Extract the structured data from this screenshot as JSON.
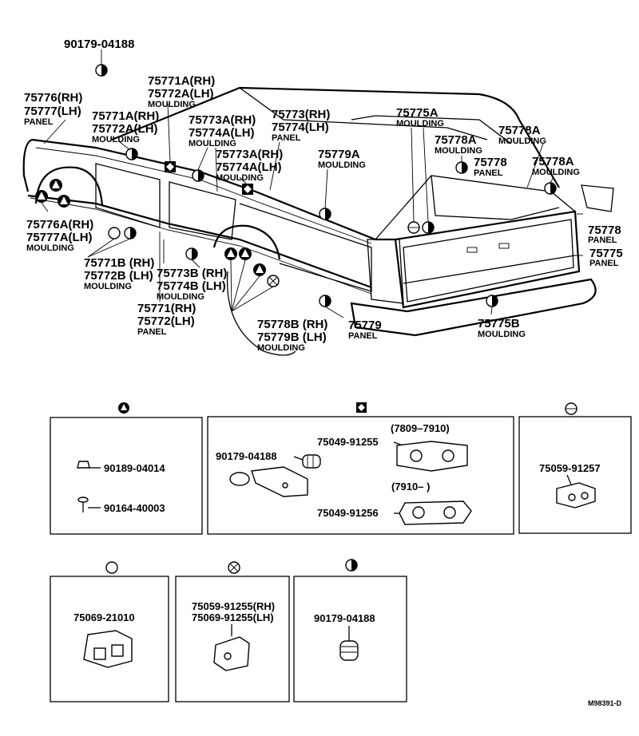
{
  "callouts": {
    "top_clip": "90179-04188",
    "rh_panel_front": [
      "75776(RH)",
      "75777(LH)",
      "PANEL"
    ],
    "mould_upper_front": [
      "75771A(RH)",
      "75772A(LH)",
      "MOULDING"
    ],
    "mould_upper_front2": [
      "75771A(RH)",
      "75772A(LH)",
      "MOULDING"
    ],
    "mould_upper_rear": [
      "75773A(RH)",
      "75774A(LH)",
      "MOULDING"
    ],
    "mould_upper_rear2": [
      "75773A(RH)",
      "75774A(LH)",
      "MOULDING"
    ],
    "panel_rear": [
      "75773(RH)",
      "75774(LH)",
      "PANEL"
    ],
    "mould_tailgate_top": [
      "75775A",
      "MOULDING"
    ],
    "mould_rear_upper": [
      "75778A",
      "MOULDING"
    ],
    "mould_rear_upper2": [
      "75778A",
      "MOULDING"
    ],
    "mould_rear_upper3": [
      "75778A",
      "MOULDING"
    ],
    "mould_side_rear": [
      "75779A",
      "MOULDING"
    ],
    "panel_rear_end": [
      "75778",
      "PANEL"
    ],
    "panel_rear_end2": [
      "75778",
      "PANEL"
    ],
    "panel_tailgate": [
      "75775",
      "PANEL"
    ],
    "mould_wheel_front": [
      "75776A(RH)",
      "75777A(LH)",
      "MOULDING"
    ],
    "mould_lower_front": [
      "75771B (RH)",
      "75772B (LH)",
      "MOULDING"
    ],
    "mould_lower_rear": [
      "75773B (RH)",
      "75774B (LH)",
      "MOULDING"
    ],
    "panel_front": [
      "75771(RH)",
      "75772(LH)",
      "PANEL"
    ],
    "mould_wheel_rear": [
      "75778B (RH)",
      "75779B (LH)",
      "MOULDING"
    ],
    "panel_side_rear": [
      "75779",
      "PANEL"
    ],
    "mould_tailgate_bottom": [
      "75775B",
      "MOULDING"
    ]
  },
  "boxes": {
    "triangle": {
      "parts": [
        "90189-04014",
        "90164-40003"
      ]
    },
    "diamond": {
      "range1": "(7809–7910)",
      "range2": "(7910–        )",
      "parts": [
        "90179-04188",
        "75049-91255",
        "75049-91256"
      ]
    },
    "circle_line": {
      "parts": [
        "75059-91257"
      ]
    },
    "circle": {
      "parts": [
        "75069-21010"
      ]
    },
    "circle_x": {
      "parts": [
        "75059-91255(RH)",
        "75069-91255(LH)"
      ]
    },
    "half_circle": {
      "parts": [
        "90179-04188"
      ]
    }
  },
  "footer": {
    "ref_code": "M98391-D"
  },
  "symbols": [
    "triangle",
    "diamond",
    "circle-with-line",
    "circle",
    "circle-with-x",
    "half-filled-circle"
  ]
}
